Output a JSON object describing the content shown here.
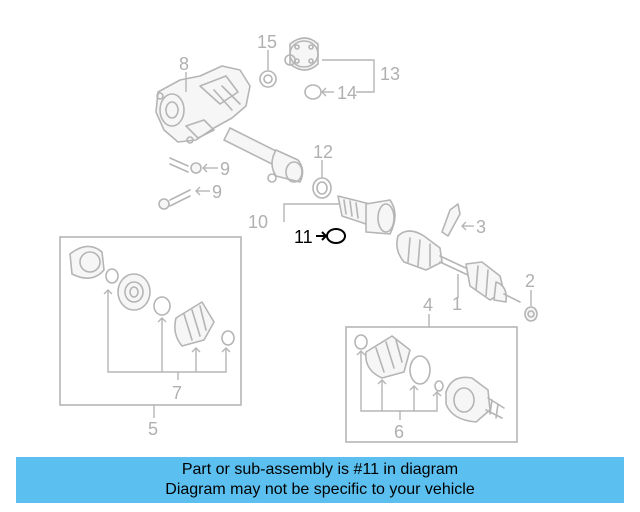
{
  "diagram": {
    "callouts": {
      "c1": "1",
      "c2": "2",
      "c3": "3",
      "c4": "4",
      "c5": "5",
      "c6": "6",
      "c7": "7",
      "c8": "8",
      "c9a": "9",
      "c9b": "9",
      "c10": "10",
      "c11": "11",
      "c12": "12",
      "c13": "13",
      "c14": "14",
      "c15": "15"
    },
    "highlight_color": "#000000",
    "part_color": "#b5b5b5"
  },
  "banner": {
    "line1": "Part or sub-assembly is #11 in diagram",
    "line2": "Diagram may not be specific to your vehicle",
    "background": "#5bc0f0"
  }
}
